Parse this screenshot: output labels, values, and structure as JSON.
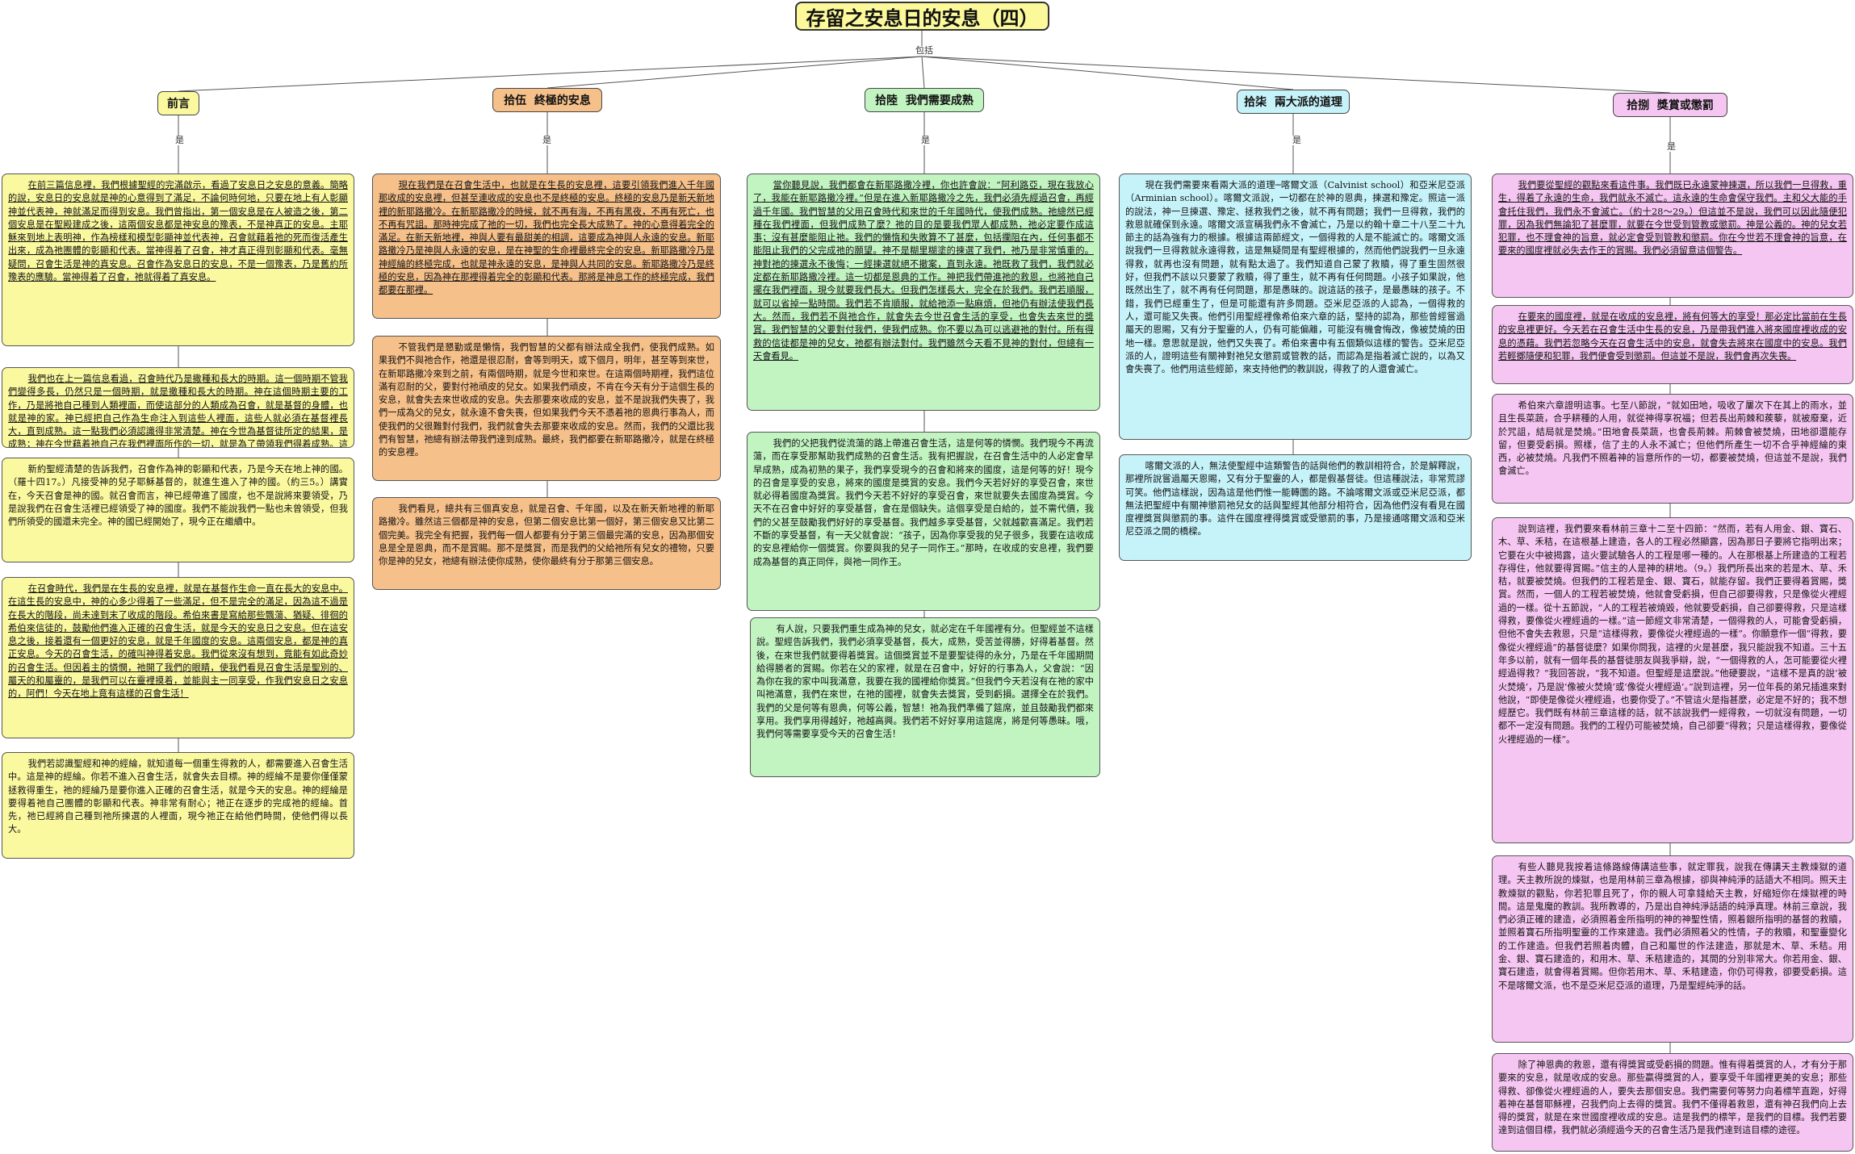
{
  "title": "存留之安息日的安息（四）",
  "root_connector": "包括",
  "branch_connector": "是",
  "colors": {
    "yellow": "#fbf9a0",
    "orange": "#f6c08a",
    "green": "#c2f4c2",
    "cyan": "#c6f3fa",
    "pink": "#f6c6f2"
  },
  "branches": [
    {
      "header": "前言",
      "boxes": [
        {
          "t": "在前三篇信息裡，我們根據聖經的完滿啟示，看過了安息日之安息的意義。簡略的說，安息日的安息就是神的心意得到了滿足，不論何時何地，只要在地上有人彰顯神並代表神，神就滿足而得到安息。我們曾指出，第一個安息是在人被造之後，第二個安息是在聖殿建成之後，這兩個安息都是神安息的豫表，不是神真正的安息。主耶穌來到地上表明神，作為榜樣和模型彰顯神並代表神，召會就藉着祂的死而復活產生出來，成為祂團體的彰顯和代表。當神得着了召會，神才真正得到彰顯和代表。毫無疑問，召會生活是神的真安息。召會作為安息日的安息，不是一個豫表，乃是舊約所豫表的應驗。當神得着了召會，祂就得着了真安息。"
        },
        {
          "t": "我們也在上一篇信息看過，召會時代乃是撒種和長大的時期。這一個時期不管我們變得多長，仍然只是一個時期，就是撒種和長大的時期。神在這個時期主要的工作，乃是將祂自己種到人類裡面，而使這部分的人類成為召會，就是基督的身體，也就是神的家。神已經把自己作為生命注入到這些人裡面，這些人就必須在基督裡長大，直到成熟。這一點我們必須認識得非常清楚。神在今世為基督徒所定的結果，是成熟；神在今世藉着祂自己在我們裡面所作的一切，就是為了帶領我們得着成熟。這一個時期乃是神撒種和長大的時期，因此在今世裡，我們還沒有達到成熟，這個時期怎麼能算作安息呢？因為祂在今世藉着召會得着了彰顯和代表。"
        },
        {
          "t": "新約聖經清楚的告訴我們，召會作為神的彰顯和代表，乃是今天在地上神的國。（羅十四17。）凡接受神的兒子耶穌基督的，就進生進入了神的國。（約三5。）講實在，今天召會是神的國。就召會而言，神已經帶進了國度，也不是說將來要領受，乃是說我們在召會生活裡已經領受了神的國度。我們不能說我們一點也未曾領受，但我們所領受的國還未完全。神的國已經開始了，現今正在繼續中。"
        },
        {
          "t": "在召會時代，我們是在生長的安息裡，就是在基督作生命一直在長大的安息中。在這生長的安息中，神的心多少得着了一些滿足，但不是完全的滿足，因為這不過是在長大的階段，尚未達到末了收成的階段。希伯來書是寫給那些飄蕩、猶疑、徘徊的希伯來信徒的，鼓勵他們進入正確的召會生活，就是今天的安息日之安息。但在這安息之後，接着還有一個更好的安息，就是千年國度的安息。這兩個安息，都是神的真正安息。今天的召會生活，的確叫神得着安息。我們從來沒有想到，竟能有如此奇妙的召會生活。但因着主的憐憫，祂開了我們的眼睛，使我們看見召會生活是聖別的、屬天的和屬靈的，是我們可以在靈裡摸着，並能與主一同享受，作我們安息日之安息的，阿們！今天在地上竟有這樣的召會生活！"
        },
        {
          "t": "我們若認識聖經和神的經綸，就知道每一個重生得救的人，都需要進入召會生活中。這是神的經綸。你若不進入召會生活，就會失去目標。神的經綸不是要你僅僅蒙拯救得重生，祂的經綸乃是要你進入正確的召會生活，就是今天的安息。神的經綸是要得着祂自己團體的彰顯和代表。神非常有耐心；祂正在逐步的完成祂的經綸。首先，祂已經將自己種到祂所揀選的人裡面，現今祂正在給他們時間，使他們得以長大。"
        }
      ]
    },
    {
      "header": "拾伍  終極的安息",
      "boxes": [
        {
          "t": "現在我們是在召會生活中，也就是在生長的安息裡，這要引領我們進入千年國那收成的安息裡，但甚至連收成的安息也不是終極的安息。終極的安息乃是新天新地裡的新耶路撒冷。在新耶路撒冷的時候，就不再有海，不再有黑夜，不再有死亡，也不再有咒詛。那時神完成了祂的一切，我們也完全長大成熟了。神的心意得着完全的滿足。在新天新地裡，神與人要有最甜美的相調，這要成為神與人永遠的安息。新耶路撒冷乃是神與人永遠的安息，是在神聖的生命裡最終完全的安息。新耶路撒冷乃是神經綸的終極完成，也就是神永遠的安息，是神與人共同的安息。新耶路撒冷乃是終極的安息，因為神在那裡得着完全的彰顯和代表。那將是神息工作的終極完成，我們都要在那裡。"
        },
        {
          "t": "不管我們是懇勤或是懶惰，我們智慧的父都有辦法成全我們，使我們成熟。如果我們不與祂合作，祂還是很忍耐，會等到明天，或下個月，明年，甚至等到來世，在新耶路撒冷來到之前，有兩個時期，就是今世和來世。在這兩個時期裡，我們這位滿有忍耐的父，要對付祂頑皮的兒女。如果我們頑皮，不肯在今天有分于這個生長的安息，就會失去來世收成的安息。失去那要來收成的安息，並不是說我們失喪了，我們一成為父的兒女，就永遠不會失喪，但如果我們今天不憑着祂的恩典行事為人，而使我們的父很難對付我們，我們就會失去那要來收成的安息。然而，我們的父還比我們有智慧，祂總有辦法帶我們達到成熟。最終，我們都要在新耶路撒冷，就是在終極的安息裡。"
        },
        {
          "t": "我們看見，總共有三個真安息，就是召會、千年國，以及在新天新地裡的新耶路撒冷。雖然這三個都是神的安息，但第二個安息比第一個好，第三個安息又比第二個完美。我完全有把握，我們每一個人都要有分于第三個最完滿的安息，因為那個安息是全是恩典，而不是賞賜。那不是獎賞，而是我們的父給祂所有兒女的禮物，只要你是神的兒女，祂總有辦法使你成熟，使你最終有分于那第三個安息。"
        }
      ]
    },
    {
      "header": "拾陸  我們需要成熟",
      "boxes": [
        {
          "t": "當你聽見說，我們都會在新耶路撒冷裡，你也許會說：“阿利路亞，現在我放心了，我能在新耶路撒冷裡。”但是在進入新耶路撒冷之先，我們必須先經過召會，再經過千年國。我們智慧的父用召會時代和來世的千年國時代，使我們成熟。祂總然已經種在我們裡面，但我們成熟了麼？祂的目的是要我們眾人都成熟，祂必定要作成這事；沒有甚麼能阻止祂。我們的懶惰和失敗算不了甚麼，包括攔阻在內，任何事都不能阻止我們的父完成祂的願望。神不是糊里糊塗的揀選了我們，祂乃是非常慎重的。神對祂的揀選永不後悔；一經揀選就絕不撤案，直到永遠。祂既救了我們，我們就必定都在新耶路撒冷裡。這一切都是恩典的工作。神把我們帶進祂的救恩，也將祂自己擺在我們裡面，現今就要我們長大。但我們怎樣長大，完全在於我們。我們若順服，就可以省掉一點時間。我們若不肯順服，就給祂添一點麻煩，但祂仍有辦法使我們長大。然而，我們若不與祂合作，就會失去今世召會生活的享受，也會失去來世的獎賞。我們智慧的父要對付我們，使我們成熟。你不要以為可以逃避祂的對付。所有得救的信徒都是神的兒女，祂都有辦法對付。我們雖然今天看不見神的對付，但總有一天會看見。"
        },
        {
          "t": "我們的父把我們從流蕩的路上帶進召會生活，這是何等的憐憫。我們現今不再流蕩，而在享受那幫助我們成熟的召會生活。我有把握說，在召會生活中的人必定會早早成熟，成為初熟的果子，我們享受現今的召會和將來的國度，這是何等的好！現今的召會是享受的安息，將來的國度是獎賞的安息。我們今天若好好的享受召會，來世就必得着國度為獎賞。我們今天若不好好的享受召會，來世就要失去國度為獎賞。今天不在召會中好好的享受基督，會在是個缺失。這個享受是白給的，並不需代價，我們的父甚至鼓勵我們好好的享受基督。我們越多享受基督，父就越歡喜滿足。我們若不斷的享受基督，有一天父就會說：“孩子，因為你享受我的兒子很多，我要在這收成的安息裡給你一個獎賞。你要與我的兒子一同作王。”那時，在收成的安息裡，我們要成為基督的真正同伴，與祂一同作王。"
        },
        {
          "t": "有人說，只要我們重生成為神的兒女，就必定在千年國裡有分。但聖經並不這樣說。聖經告訴我們，我們必須享受基督，長大，成熟，受苦並得勝，好得着基督。然後，在來世我們就要得着獎賞。這個獎賞並不是要聖徒得的永分，乃是在千年國期間給得勝者的賞賜。你若在父的家裡，就是在召會中，好好的行事為人，父會說：“因為你在我的家中叫我滿意，我要在我的國裡給你獎賞。”但我們今天若沒有在祂的家中叫祂滿意，我們在來世，在祂的國裡，就會失去獎賞，受到虧損。選擇全在於我們。我們的父是何等有恩典，何等公義，智慧！祂為我們準備了筵席，並且鼓勵我們都來享用。我們享用得越好，祂越高興。我們若不好好享用這筵席，將是何等愚昧。哦，我們何等需要享受今天的召會生活！"
        }
      ]
    },
    {
      "header": "拾柒  兩大派的道理",
      "boxes": [
        {
          "t": "現在我們需要來看兩大派的道理─喀爾文派（Calvinist school）和亞米尼亞派（Arminian school）。喀爾文派說，一切都在於神的恩典，揀選和豫定。照這一派的說法，神一旦揀選、豫定、拯救我們之後，就不再有問題；我們一旦得救，我們的救恩就確保到永遠。喀爾文派宣稱我們永不會滅亡，乃是以約翰十章二十八至二十九節主的話為強有力的根據。根據這兩節經文，一個得救的人是不能滅亡的。喀爾文派說我們一旦得救就永遠得救，這是無疑問是有聖經根據的，然而他們說我們一旦永遠得救，就再也沒有問題，就有點太過了。我們知道自己蒙了救贖，得了重生固然很好，但我們不該以只要蒙了救贖，得了重生，就不再有任何問題。小孩子如果說，他既然出生了，就不再有任何問題，那是愚昧的。說這話的孩子，是最愚昧的孩子。不錯，我們已經重生了，但是可能還有許多問題。亞米尼亞派的人認為，一個得救的人，還可能又失喪。他們引用聖經裡像希伯來六章的話，堅持的認為，那些曾經嘗過屬天的恩賜，又有分于聖靈的人，仍有可能偏離，可能沒有機會悔改，像被焚燒的田地一樣。意思就是說，他們又失喪了。希伯來書中有五個類似這樣的警告。亞米尼亞派的人，證明這些有關神對祂兒女懲罰或管教的話，而認為是指着滅亡說的，以為又會失喪了。他們用這些經節，來支持他們的教訓說，得救了的人還會滅亡。"
        },
        {
          "t": "喀爾文派的人，無法使聖經中這類警告的話與他們的教訓相符合，於是解釋說，那裡所說嘗過屬天恩賜，又有分于聖靈的人，都是假基督徒。但這種說法，非常荒謬可笑。他們這樣說，因為這是他們惟一能轉圜的路。不論喀爾文派或亞米尼亞派，都無法把聖經中有關神懲罰祂兒女的話與聖經其他部分相符合，因為他們沒有看見在國度裡獎賞與懲罰的事。這件在國度裡得獎賞或受懲罰的事，乃是接通喀爾文派和亞米尼亞派之間的橋樑。"
        }
      ]
    },
    {
      "header": "拾捌  獎賞或懲罰",
      "boxes": [
        {
          "t": "我們要從聖經的觀點來看這件事。我們既已永遠蒙神揀選，所以我們一旦得救，重生，得着了永遠的生命，我們就永不滅亡。這永遠的生命會保守我們。主和父大能的手會托住我們，我們永不會滅亡。（約十28～29。）但這並不是說，我們可以因此隨便犯罪，因為我們無論犯了甚麼罪，就要在今世受到管教或懲罰。神是公義的。神的兒女若犯罪，也不理會神的旨意，就必定會受到管教和懲罰。你在今世若不理會神的旨意，在要來的國度裡就必失去作王的賞賜。我們必須留意這個警告。"
        },
        {
          "t": "在要來的國度裡，就是在收成的安息裡，將有何等大的享受！那必定比當前在生長的安息裡更好。今天若在召會生活中生長的安息，乃是帶我們進入將來國度裡收成的安息的憑藉。我們若忽略今天在召會生活中的安息，就會失去將來在國度中的安息。我們若輕擲隨便和犯罪，我們便會受到懲罰。但這並不是說，我們會再次失喪。"
        },
        {
          "t": "希伯來六章證明這事。七至八節說，“就如田地，吸收了屢次下在其上的雨水，並且生長菜蔬，合乎耕種的人用，就從神得享祝福；但若長出荊棘和蒺藜，就被廢棄，近於咒詛，結局就是焚燒。”田地會長菜蔬，也會長荊棘。荊棘會被焚燒，田地卻還能存留，但要受虧損。照樣，信了主的人永不滅亡；但他們所產生一切不合乎神經綸的東西，必被焚燒。凡我們不照着神的旨意所作的一切，都要被焚燒，但這並不是說，我們會滅亡。"
        },
        {
          "t": "說到這裡，我們要來看林前三章十二至十四節：“然而，若有人用金、銀、寶石、木、草、禾秸，在這根基上建造，各人的工程必然顯露，因為那日子要將它指明出來；它要在火中被揭露，這火要試驗各人的工程是哪一種的。人在那根基上所建造的工程若存得住，他就要得賞賜。”信主的人是神的耕地。（9。）我們所長出來的若是木、草、禾秸，就要被焚燒。但我們的工程若是金、銀、寶石，就能存留。我們正要得着賞賜，獎賞。然而，一個人的工程若被焚燒，他就會受虧損，但自己卻要得救，只是像從火裡經過的一樣。從十五節說，“人的工程若被燒毀，他就要受虧損，自己卻要得救，只是這樣得救，要像從火裡經過的一樣。”這一節經文非常清楚，一個得救的人，可能會受虧損，但他不會失去救恩，只是“這樣得救，要像從火裡經過的一樣”。你願意作一個“得救，要像從火裡經過”的基督徒麼？如果你問我，這裡的火是甚麼，我只能說我不知道。三十五年多以前，就有一個年長的基督徒朋友與我爭辯，說，“一個得救的人，怎可能要從火裡經過得救？”我回答說，“我不知道。但聖經是這麼說。”他硬要說，“這樣不是真的說‘被火焚燒’，乃是說‘像被火焚燒’或‘像從火裡經過’。”說到這裡，另一位年長的弟兄插進來對他說，“即使是像從火裡經過，也要你受了。”不管這火是指甚麼，必定是不好的；我不想經歷它。我們既有林前三章這樣的話，就不該說我們一經得救，一切就沒有問題，一切都不一定沒有問題。我們的工程仍可能被焚燒，自己卻要“得救；只是這樣得救，要像從火裡經過的一樣”。"
        },
        {
          "t": "有些人聽見我按着這條路線傳講這些事，就定罪我，說我在傳講天主教煉獄的道理。天主教所說的煉獄，也是用林前三章為根據，卻與神純淨的話語大不相同。照天主教煉獄的觀點，你若犯罪且死了，你的親人可拿錢給天主教，好縮短你在煉獄裡的時間。這是鬼魔的教訓。我所教導的，乃是出自神純淨話語的純淨真理。林前三章說，我們必須正確的建造，必須照着金所指明的神的神聖性情，照着銀所指明的基督的救贖，並照着寶石所指明聖靈的工作來建造。我們必須照着父的性情，子的救贖，和聖靈變化的工作建造。但我們若照着肉體，自己和屬世的作法建造，那就是木、草、禾秸。用金、銀、寶石建造的，和用木、草、禾秸建造的，其間的分別非常大。你若用金、銀、寶石建造，就會得着賞賜。但你若用木、草、禾秸建造，你仍可得救，卻要受虧損。這不是喀爾文派，也不是亞米尼亞派的道理，乃是聖經純淨的話。"
        },
        {
          "t": "除了神恩典的救恩，還有得獎賞或受虧損的問題。惟有得着獎賞的人，才有分于那要來的安息，就是收成的安息。那些贏得獎賞的人，要享受千年國裡更美的安息；那些得救、卻像從火裡經過的人，要失去那個安息。我們需要何等努力向着標竿直跑，好得着神在基督耶穌裡，召我們向上去得的獎賞。我們不僅得着救恩，還有神召我們向上去得的獎賞，就是在來世國度裡收成的安息。這是我們的標竿，是我們的目標。我們若要達到這個目標，我們就必須經過今天的召會生活乃是我們達到這目標的途徑。"
        }
      ]
    }
  ]
}
